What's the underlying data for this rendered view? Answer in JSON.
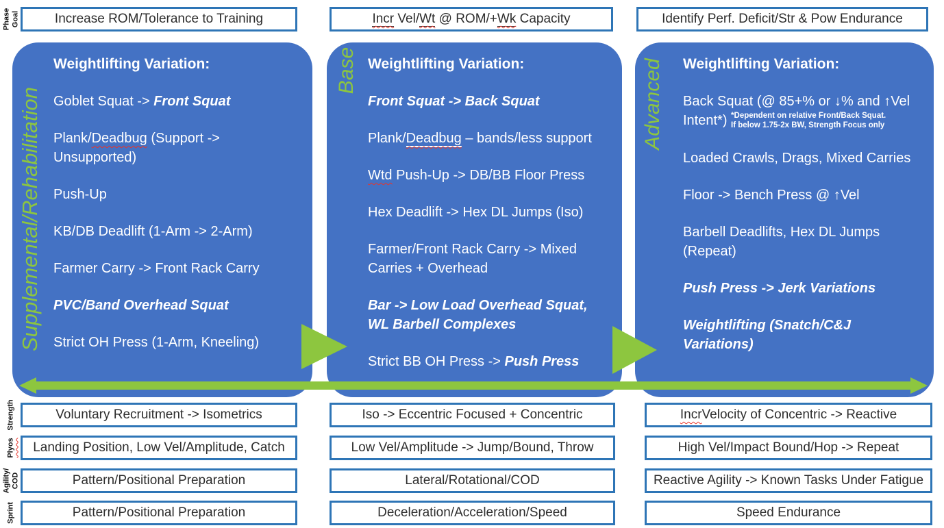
{
  "colors": {
    "phase_box_fill": "#4472C4",
    "box_border_blue": "#2E75B6",
    "accent_green": "#8DC63F",
    "spellcheck_red": "#E8352B",
    "text_dark": "#2D2D2D",
    "text_white": "#FFFFFF"
  },
  "rails": {
    "phase_goal": [
      "Phase",
      "Goal"
    ],
    "strength": "Strength",
    "plyos": "Plyos",
    "agility_cod": [
      "Agility/",
      "COD"
    ],
    "sprint": "Sprint"
  },
  "columns": [
    {
      "phase_label": "Supplemental/Rehabilitation",
      "goal": [
        {
          "t": "Increase ROM/Tolerance to Training"
        }
      ],
      "box_header": "Weightlifting Variation:",
      "items": [
        [
          {
            "t": "Goblet Squat -> "
          },
          {
            "t": "Front Squat",
            "s": "bi"
          }
        ],
        [
          {
            "t": "Plank/"
          },
          {
            "t": "Deadbug",
            "s": "sp"
          },
          {
            "t": "  (Support -> Unsupported)"
          }
        ],
        [
          {
            "t": "Push-Up"
          }
        ],
        [
          {
            "t": "KB/DB Deadlift (1-Arm -> 2-Arm)"
          }
        ],
        [
          {
            "t": "Farmer Carry -> Front Rack Carry"
          }
        ],
        [
          {
            "t": "PVC/Band Overhead Squat",
            "s": "bi"
          }
        ],
        [
          {
            "t": "Strict OH Press  (1-Arm, Kneeling)"
          }
        ]
      ],
      "rows": [
        [
          {
            "t": "Voluntary Recruitment -> Isometrics"
          }
        ],
        [
          {
            "t": "Landing Position, Low Vel/Amplitude, Catch"
          }
        ],
        [
          {
            "t": "Pattern/Positional Preparation"
          }
        ],
        [
          {
            "t": "Pattern/Positional Preparation"
          }
        ]
      ]
    },
    {
      "phase_label": "Base",
      "goal": [
        {
          "t": "Incr",
          "s": "spd"
        },
        {
          "t": " Vel/"
        },
        {
          "t": "Wt",
          "s": "spd"
        },
        {
          "t": " @ ROM/+"
        },
        {
          "t": "Wk",
          "s": "spd"
        },
        {
          "t": " Capacity"
        }
      ],
      "box_header": "Weightlifting Variation:",
      "items": [
        [
          {
            "t": "Front Squat -> Back Squat",
            "s": "bi"
          }
        ],
        [
          {
            "t": "Plank/"
          },
          {
            "t": "Deadbug",
            "s": "spw"
          },
          {
            "t": " – bands/less support"
          }
        ],
        [
          {
            "t": "Wtd",
            "s": "sp"
          },
          {
            "t": " Push-Up -> DB/BB Floor Press"
          }
        ],
        [
          {
            "t": "Hex Deadlift -> Hex DL Jumps (Iso)"
          }
        ],
        [
          {
            "t": "Farmer/Front Rack Carry -> Mixed Carries + Overhead"
          }
        ],
        [
          {
            "t": "Bar -> Low Load Overhead Squat, WL Barbell Complexes",
            "s": "bi"
          }
        ],
        [
          {
            "t": "Strict BB OH Press -> "
          },
          {
            "t": "Push Press",
            "s": "bi"
          }
        ]
      ],
      "rows": [
        [
          {
            "t": "Iso -> Eccentric Focused + Concentric"
          }
        ],
        [
          {
            "t": "Low Vel/Amplitude  -> Jump/Bound, Throw"
          }
        ],
        [
          {
            "t": "Lateral/Rotational/COD"
          }
        ],
        [
          {
            "t": "Deceleration/Acceleration/Speed"
          }
        ]
      ]
    },
    {
      "phase_label": "Advanced",
      "goal": [
        {
          "t": "Identify Perf. Deficit/Str & Pow Endurance"
        }
      ],
      "box_header": "Weightlifting Variation:",
      "items": [
        [
          {
            "t": "Back Squat (@ 85+% or ↓% and ↑Vel Intent*) "
          },
          {
            "t": "*Dependent on relative Front/Back Squat.  If below 1.75-2x BW, Strength Focus only",
            "s": "note"
          }
        ],
        [
          {
            "t": "Loaded Crawls, Drags, Mixed Carries"
          }
        ],
        [
          {
            "t": "Floor -> Bench Press @ ↑Vel"
          }
        ],
        [
          {
            "t": "Barbell Deadlifts, Hex DL Jumps (Repeat)"
          }
        ],
        [
          {
            "t": "Push Press -> Jerk Variations",
            "s": "bi"
          }
        ],
        [
          {
            "t": "Weightlifting (Snatch/C&J Variations)",
            "s": "bi"
          }
        ]
      ],
      "rows": [
        [
          {
            "t": "Incr",
            "s": "sp"
          },
          {
            "t": " Velocity of Concentric -> Reactive"
          }
        ],
        [
          {
            "t": "High Vel/Impact Bound/Hop -> Repeat"
          }
        ],
        [
          {
            "t": "Reactive Agility -> Known Tasks Under Fatigue"
          }
        ],
        [
          {
            "t": "Speed Endurance"
          }
        ]
      ]
    }
  ]
}
